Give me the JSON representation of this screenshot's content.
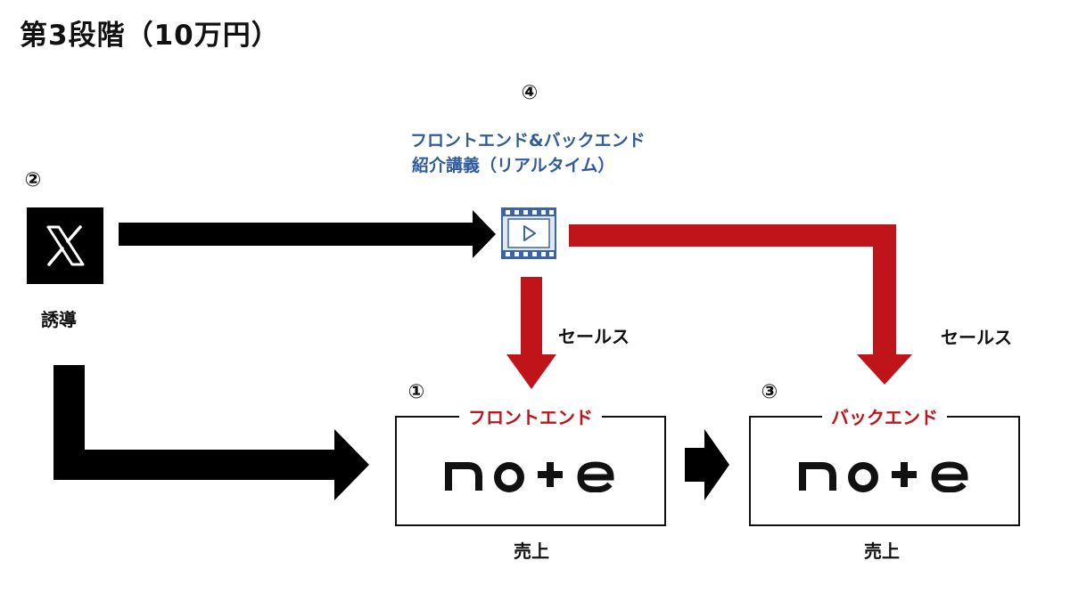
{
  "title": "第3段階（10万円）",
  "nodes": {
    "x": {
      "number": "②",
      "caption": "誘導",
      "icon": "x-logo-icon"
    },
    "lecture": {
      "number": "④",
      "line1": "フロントエンド&バックエンド",
      "line2": "紹介講義（リアルタイム）",
      "icon": "video-film-icon"
    },
    "frontend": {
      "number": "①",
      "tag": "フロントエンド",
      "logo": "note",
      "caption": "売上"
    },
    "backend": {
      "number": "③",
      "tag": "バックエンド",
      "logo": "note",
      "caption": "売上"
    }
  },
  "edges": {
    "sales_left": "セールス",
    "sales_right": "セールス"
  },
  "colors": {
    "black_arrow": "#000000",
    "red_arrow": "#c0141b",
    "blue_text": "#2e5c9e",
    "tag_red": "#c0141b"
  }
}
